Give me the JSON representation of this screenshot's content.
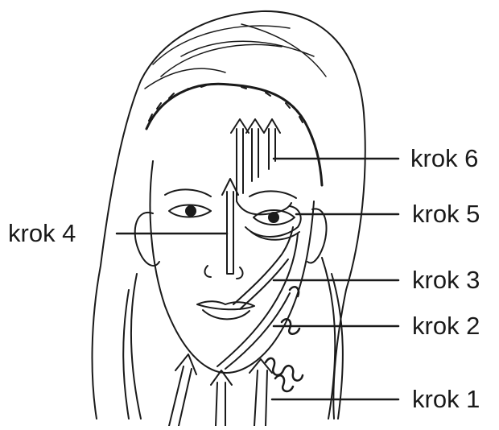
{
  "labels": {
    "step6": "krok 6",
    "step5": "krok 5",
    "step4": "krok 4",
    "step3": "krok 3",
    "step2": "krok 2",
    "step1": "krok 1"
  },
  "colors": {
    "ink": "#1a1a1a",
    "background": "#ffffff"
  }
}
